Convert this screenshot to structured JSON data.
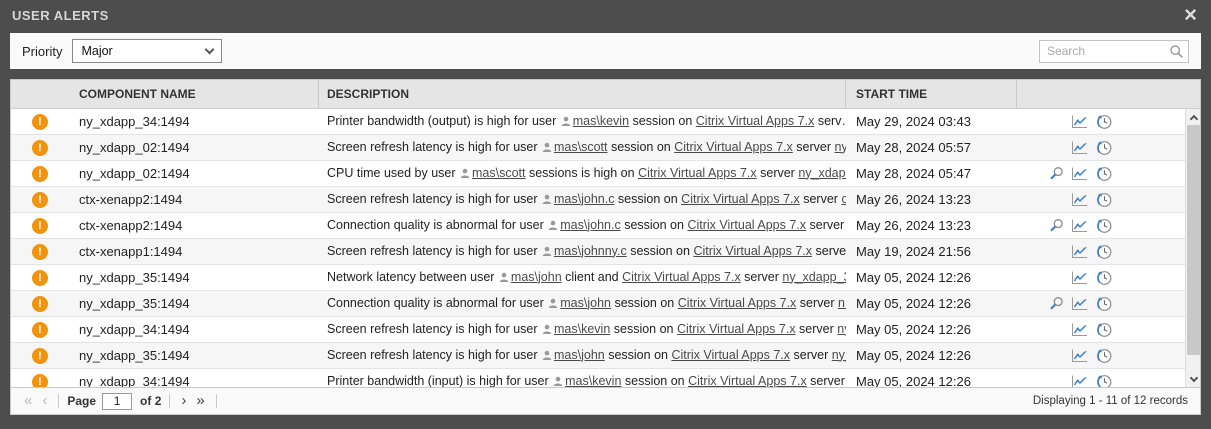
{
  "window": {
    "title": "USER ALERTS"
  },
  "toolbar": {
    "priority_label": "Priority",
    "priority_value": "Major",
    "search_placeholder": "Search"
  },
  "icons": {
    "close_glyph": "×",
    "warning_glyph": "!"
  },
  "colors": {
    "accent_blue": "#3e7fc1",
    "icon_gray": "#8a8a8a",
    "warning_orange": "#f0930d"
  },
  "table": {
    "columns": {
      "component": "COMPONENT NAME",
      "description": "DESCRIPTION",
      "start_time": "START TIME"
    },
    "rows": [
      {
        "component": "ny_xdapp_34:1494",
        "start": "May 29, 2024 03:43",
        "magnifier": false,
        "desc": [
          {
            "type": "text",
            "text": "Printer bandwidth (output) is high for user "
          },
          {
            "type": "user",
            "text": "mas\\kevin"
          },
          {
            "type": "text",
            "text": " session on "
          },
          {
            "type": "link",
            "text": "Citrix Virtual Apps 7.x"
          },
          {
            "type": "text",
            "text": " serv…"
          }
        ]
      },
      {
        "component": "ny_xdapp_02:1494",
        "start": "May 28, 2024 05:57",
        "magnifier": false,
        "desc": [
          {
            "type": "text",
            "text": "Screen refresh latency is high for user "
          },
          {
            "type": "user",
            "text": "mas\\scott"
          },
          {
            "type": "text",
            "text": " session on "
          },
          {
            "type": "link",
            "text": "Citrix Virtual Apps 7.x"
          },
          {
            "type": "text",
            "text": " server "
          },
          {
            "type": "link",
            "text": "ny_…"
          }
        ]
      },
      {
        "component": "ny_xdapp_02:1494",
        "start": "May 28, 2024 05:47",
        "magnifier": true,
        "desc": [
          {
            "type": "text",
            "text": "CPU time used by user "
          },
          {
            "type": "user",
            "text": "mas\\scott"
          },
          {
            "type": "text",
            "text": " sessions is high on "
          },
          {
            "type": "link",
            "text": "Citrix Virtual Apps 7.x"
          },
          {
            "type": "text",
            "text": " server "
          },
          {
            "type": "link",
            "text": "ny_xdap…"
          }
        ]
      },
      {
        "component": "ctx-xenapp2:1494",
        "start": "May 26, 2024 13:23",
        "magnifier": false,
        "desc": [
          {
            "type": "text",
            "text": "Screen refresh latency is high for user "
          },
          {
            "type": "user",
            "text": "mas\\john.c"
          },
          {
            "type": "text",
            "text": " session on "
          },
          {
            "type": "link",
            "text": "Citrix Virtual Apps 7.x"
          },
          {
            "type": "text",
            "text": " server "
          },
          {
            "type": "link",
            "text": "c…"
          }
        ]
      },
      {
        "component": "ctx-xenapp2:1494",
        "start": "May 26, 2024 13:23",
        "magnifier": true,
        "desc": [
          {
            "type": "text",
            "text": "Connection quality is abnormal for user "
          },
          {
            "type": "user",
            "text": "mas\\john.c"
          },
          {
            "type": "text",
            "text": " session on "
          },
          {
            "type": "link",
            "text": "Citrix Virtual Apps 7.x"
          },
          {
            "type": "text",
            "text": " server …"
          }
        ]
      },
      {
        "component": "ctx-xenapp1:1494",
        "start": "May 19, 2024 21:56",
        "magnifier": false,
        "desc": [
          {
            "type": "text",
            "text": "Screen refresh latency is high for user "
          },
          {
            "type": "user",
            "text": "mas\\johnny.c"
          },
          {
            "type": "text",
            "text": " session on "
          },
          {
            "type": "link",
            "text": "Citrix Virtual Apps 7.x"
          },
          {
            "type": "text",
            "text": " server…"
          }
        ]
      },
      {
        "component": "ny_xdapp_35:1494",
        "start": "May 05, 2024 12:26",
        "magnifier": false,
        "desc": [
          {
            "type": "text",
            "text": "Network latency between user "
          },
          {
            "type": "user",
            "text": "mas\\john"
          },
          {
            "type": "text",
            "text": " client and "
          },
          {
            "type": "link",
            "text": "Citrix Virtual Apps 7.x"
          },
          {
            "type": "text",
            "text": " server "
          },
          {
            "type": "link",
            "text": "ny_xdapp_3…"
          }
        ]
      },
      {
        "component": "ny_xdapp_35:1494",
        "start": "May 05, 2024 12:26",
        "magnifier": true,
        "desc": [
          {
            "type": "text",
            "text": "Connection quality is abnormal for user "
          },
          {
            "type": "user",
            "text": "mas\\john"
          },
          {
            "type": "text",
            "text": " session on "
          },
          {
            "type": "link",
            "text": "Citrix Virtual Apps 7.x"
          },
          {
            "type": "text",
            "text": " server "
          },
          {
            "type": "link",
            "text": "n…"
          }
        ]
      },
      {
        "component": "ny_xdapp_34:1494",
        "start": "May 05, 2024 12:26",
        "magnifier": false,
        "desc": [
          {
            "type": "text",
            "text": "Screen refresh latency is high for user "
          },
          {
            "type": "user",
            "text": "mas\\kevin"
          },
          {
            "type": "text",
            "text": " session on "
          },
          {
            "type": "link",
            "text": "Citrix Virtual Apps 7.x"
          },
          {
            "type": "text",
            "text": " server "
          },
          {
            "type": "link",
            "text": "ny…"
          }
        ]
      },
      {
        "component": "ny_xdapp_35:1494",
        "start": "May 05, 2024 12:26",
        "magnifier": false,
        "desc": [
          {
            "type": "text",
            "text": "Screen refresh latency is high for user "
          },
          {
            "type": "user",
            "text": "mas\\john"
          },
          {
            "type": "text",
            "text": " session on "
          },
          {
            "type": "link",
            "text": "Citrix Virtual Apps 7.x"
          },
          {
            "type": "text",
            "text": " server "
          },
          {
            "type": "link",
            "text": "ny_…"
          }
        ]
      },
      {
        "component": "ny_xdapp_34:1494",
        "start": "May 05, 2024 12:26",
        "magnifier": false,
        "desc": [
          {
            "type": "text",
            "text": "Printer bandwidth (input) is high for user "
          },
          {
            "type": "user",
            "text": "mas\\kevin"
          },
          {
            "type": "text",
            "text": " session on "
          },
          {
            "type": "link",
            "text": "Citrix Virtual Apps 7.x"
          },
          {
            "type": "text",
            "text": " server …"
          }
        ]
      }
    ]
  },
  "footer": {
    "first_glyph": "«",
    "prev_glyph": "‹",
    "page_label": "Page",
    "page_value": "1",
    "page_total_label": "of 2",
    "next_glyph": "›",
    "last_glyph": "»",
    "status_text": "Displaying 1 - 11 of 12  records"
  }
}
